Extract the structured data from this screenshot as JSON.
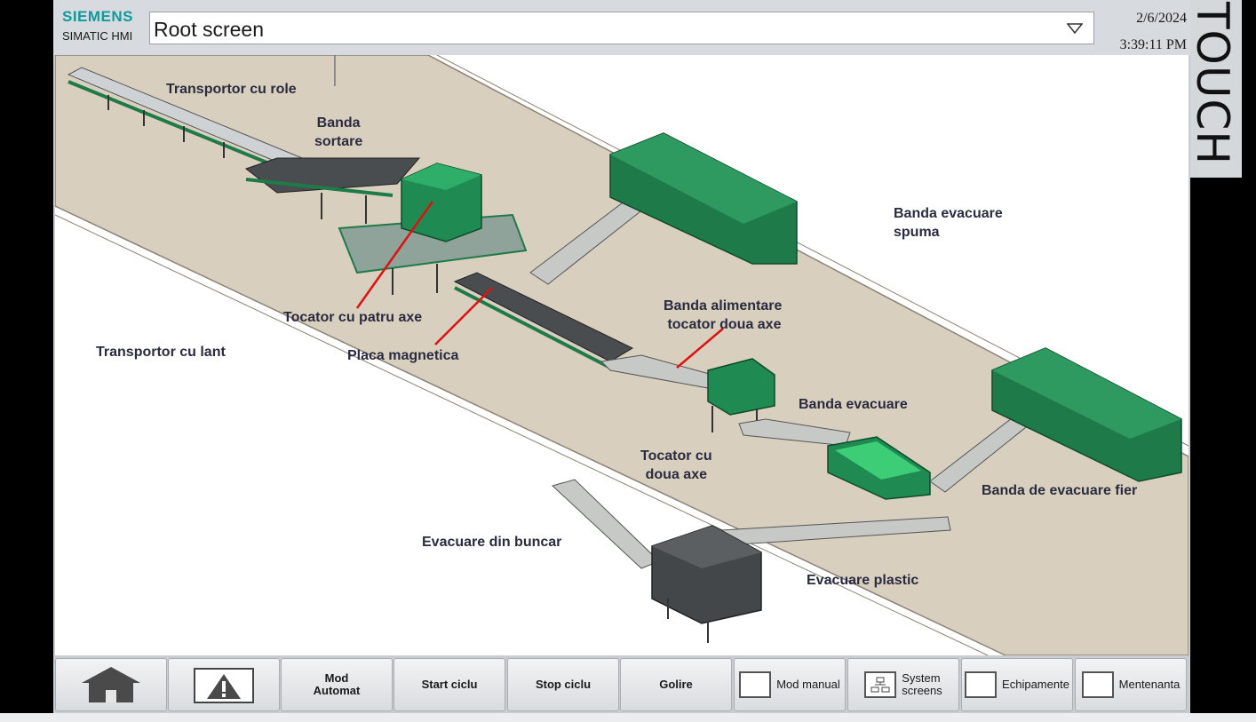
{
  "header": {
    "brand": "SIEMENS",
    "product": "SIMATIC HMI",
    "screen_selector": "Root screen",
    "date": "2/6/2024",
    "time": "3:39:11 PM"
  },
  "panel_label": "TOUCH",
  "plant": {
    "labels": {
      "transportor_role": "Transportor cu role",
      "banda_sortare": "Banda\nsortare",
      "banda_evacuare_spuma": "Banda evacuare\nspuma",
      "tocator_patru_axe": "Tocator cu patru axe",
      "transportor_lant": "Transportor cu lant",
      "placa_magnetica": "Placa magnetica",
      "banda_alimentare": "Banda alimentare\n tocator doua axe",
      "banda_evacuare": "Banda evacuare",
      "tocator_doua_axe": "Tocator cu\ndoua axe",
      "banda_evacuare_fier": "Banda de evacuare fier",
      "evacuare_buncar": "Evacuare din buncar",
      "evacuare_plastic": "Evacuare plastic"
    }
  },
  "footer": {
    "home_icon": "home-icon",
    "alarm_icon": "alarm-warning-icon",
    "mod_automat": "Mod\nAutomat",
    "start_ciclu": "Start ciclu",
    "stop_ciclu": "Stop ciclu",
    "golire": "Golire",
    "mod_manual": "Mod manual",
    "system_screens": "System\nscreens",
    "echipamente": "Echipamente",
    "mentenanta": "Mentenanta"
  },
  "colors": {
    "brand": "#109b9b",
    "equipment_green": "#1f7a4a",
    "floor": "#d9cfbf",
    "pointer_line": "#e01010"
  }
}
